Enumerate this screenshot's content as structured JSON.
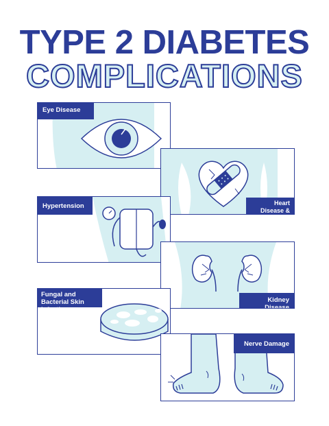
{
  "title": {
    "line1": "TYPE 2 DIABETES",
    "line2": "COMPLICATIONS"
  },
  "complications": {
    "eye": "Eye Disease",
    "heart": "Heart Disease & Stroke",
    "hypertension": "Hypertension",
    "kidney": "Kidney Disease",
    "skin": "Fungal and Bacterial Skin Infections",
    "nerve": "Nerve Damage"
  },
  "colors": {
    "navy": "#2c3d98",
    "light_teal": "#d6eff2",
    "white": "#ffffff"
  },
  "icons": [
    "eye-icon",
    "bandaged-heart-icon",
    "blood-pressure-cuff-icon",
    "kidneys-icon",
    "petri-dish-icon",
    "feet-icon"
  ]
}
